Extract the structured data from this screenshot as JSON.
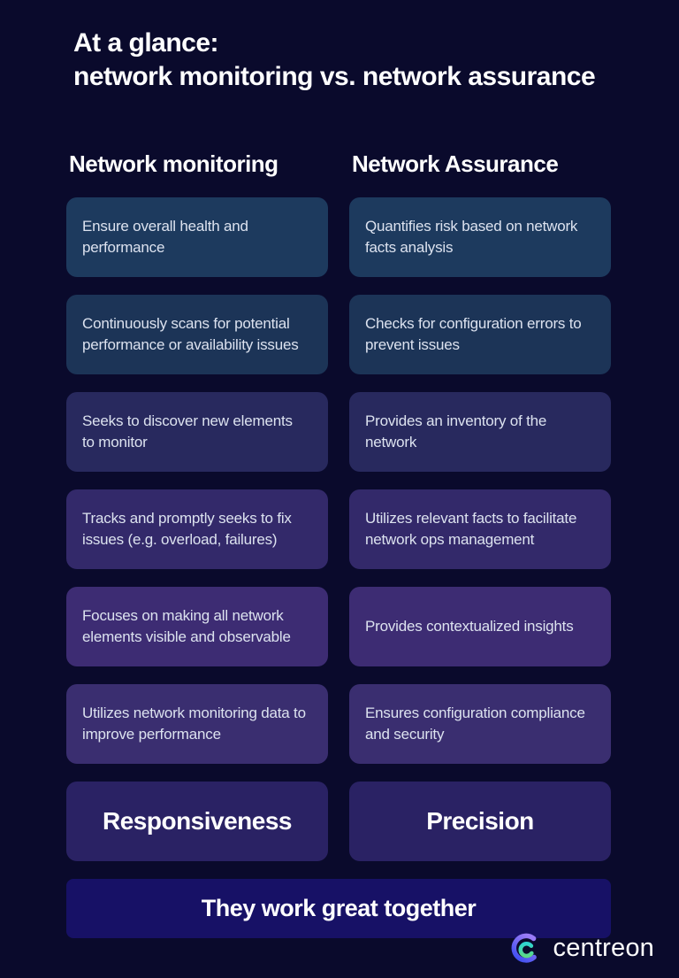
{
  "title": {
    "line1": "At a glance:",
    "line2": "network monitoring vs. network assurance"
  },
  "columns": [
    {
      "header": "Network monitoring",
      "cards": [
        "Ensure overall health and performance",
        "Continuously scans for potential performance or availability issues",
        "Seeks to discover new elements to monitor",
        "Tracks and promptly seeks to fix issues (e.g. overload, failures)",
        "Focuses on making all network elements visible and observable",
        "Utilizes network monitoring data to improve performance"
      ],
      "summary": "Responsiveness"
    },
    {
      "header": "Network Assurance",
      "cards": [
        "Quantifies risk based on network facts analysis",
        "Checks for configuration errors to prevent issues",
        "Provides an inventory of the network",
        "Utilizes relevant facts to facilitate network ops management",
        "Provides contextualized insights",
        "Ensures configuration compliance and security"
      ],
      "summary": "Precision"
    }
  ],
  "banner": "They work great together",
  "logo": {
    "text": "centreon"
  },
  "colors": {
    "background": "#0a0a2c",
    "rows": [
      "#1d3a5e",
      "#1c3457",
      "#28295e",
      "#33296a",
      "#3d2c73",
      "#3a2e70"
    ],
    "summary_card": "#2a2264",
    "banner_card": "#171166",
    "card_text": "#dce2ef",
    "heading_text": "#ffffff",
    "logo_outer_start": "#9a7bf7",
    "logo_outer_end": "#3b4df0",
    "logo_inner_start": "#2fd4cf",
    "logo_inner_end": "#5bd989"
  }
}
